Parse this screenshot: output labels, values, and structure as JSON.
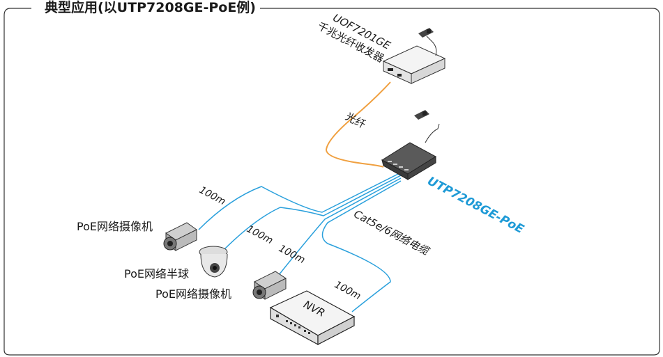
{
  "title": "典型应用(以UTP7208GE-PoE例)",
  "transceiver": {
    "model": "UOF7201GE",
    "name": "千兆光纤收发器"
  },
  "fiber_label": "光纤",
  "switch_label": "UTP7208GE-PoE",
  "cable_label": "Cat5e/6网络电缆",
  "nvr_label": "NVR",
  "devices": {
    "camera_1": "PoE网络摄像机",
    "dome": "PoE网络半球",
    "camera_2": "PoE网络摄像机"
  },
  "lengths": [
    "100m",
    "100m",
    "100m",
    "100m"
  ],
  "colors": {
    "fiber": "#f0a040",
    "cable": "#2aa0dc",
    "brand": "#1e9ad6",
    "frame": "#333333"
  },
  "icons": [
    "power-adapter-icon",
    "camera-icon",
    "dome-camera-icon",
    "nvr-icon",
    "switch-icon",
    "transceiver-icon"
  ]
}
